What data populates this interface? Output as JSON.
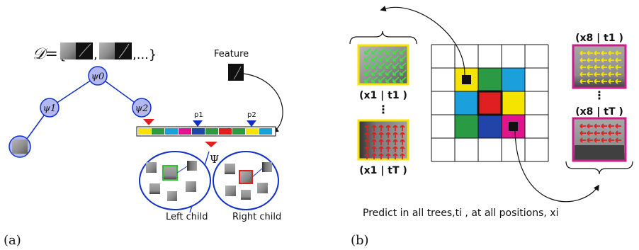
{
  "panel_a": {
    "label": "(a)",
    "dataset_prefix": "𝒟={",
    "dataset_sep": ",",
    "dataset_suffix": ",...}",
    "root_node": "ψ0",
    "left_node": "ψ1",
    "right_node": "ψ2",
    "feature_label": "Feature",
    "p1_label": "p1",
    "p2_label": "p2",
    "psi_label": "Ψ",
    "left_child_label": "Left child",
    "right_child_label": "Right child",
    "feature_bar_colors": [
      "#f4e400",
      "#2a9a44",
      "#1ca0dc",
      "#e0158c",
      "#2244a8",
      "#2a9a44",
      "#e02020",
      "#2a9a44",
      "#f4e400",
      "#1ca0dc"
    ],
    "colors": {
      "tree_blue": "#1030c8",
      "node_fill": "#b4b8f0",
      "marker_red": "#e02020",
      "marker_blue": "#1030c8",
      "marker_yellow": "#f4e400"
    }
  },
  "panel_b": {
    "label": "(b)",
    "left_top_caption": "(x1 | t1 )",
    "left_bottom_caption": "(x1 | tT )",
    "right_top_caption": "(x8 | t1 )",
    "right_bottom_caption": "(x8 | tT )",
    "bottom_caption": "Predict in all trees,ti , at all positions, xi",
    "grid_cells": [
      {
        "row": 1,
        "col": 1,
        "color": "#f4e400"
      },
      {
        "row": 1,
        "col": 2,
        "color": "#2a9a44"
      },
      {
        "row": 1,
        "col": 3,
        "color": "#1ca0dc"
      },
      {
        "row": 2,
        "col": 1,
        "color": "#1ca0dc"
      },
      {
        "row": 2,
        "col": 2,
        "color": "#e02020"
      },
      {
        "row": 2,
        "col": 3,
        "color": "#f4e400"
      },
      {
        "row": 3,
        "col": 1,
        "color": "#2a9a44"
      },
      {
        "row": 3,
        "col": 2,
        "color": "#2244a8"
      },
      {
        "row": 3,
        "col": 3,
        "color": "#e0158c"
      }
    ],
    "colors": {
      "yellow_border": "#f4e400",
      "magenta_border": "#c81e8c",
      "center_border": "#111111"
    }
  }
}
